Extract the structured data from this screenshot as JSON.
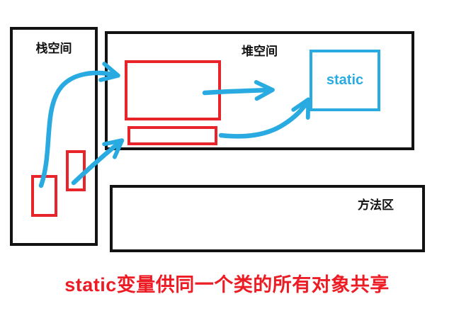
{
  "diagram": {
    "stack": {
      "label": "栈空间"
    },
    "heap": {
      "label": "堆空间"
    },
    "method_area": {
      "label": "方法区"
    },
    "static_box": {
      "label": "static"
    },
    "caption": "static变量供同一个类的所有对象共享"
  },
  "colors": {
    "border_black": "#121212",
    "red": "#e8232a",
    "caption_red": "#ed1c24",
    "blue": "#29abe2",
    "background": "#ffffff"
  },
  "arrows": [
    {
      "name": "arrow-stack-left-to-heap-object",
      "from": "stack-var-red-box-left",
      "to": "heap-object-red-box"
    },
    {
      "name": "arrow-stack-right-to-heap-ref",
      "from": "stack-var-red-box-right",
      "to": "heap-ref-red-box"
    },
    {
      "name": "arrow-heap-object-to-static",
      "from": "heap-object-red-box",
      "to": "static-box"
    },
    {
      "name": "arrow-heap-ref-to-static",
      "from": "heap-ref-red-box",
      "to": "static-box"
    }
  ]
}
